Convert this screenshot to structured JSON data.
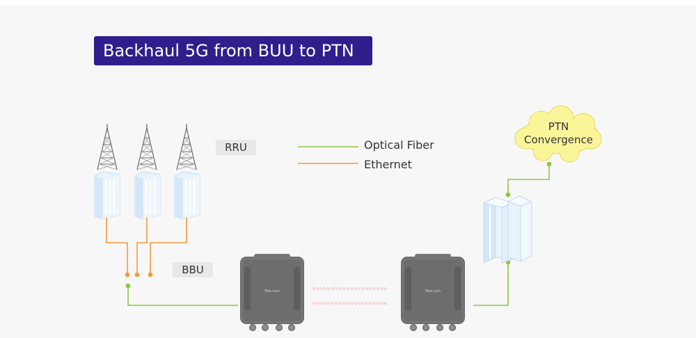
{
  "title": "Backhaul 5G from BUU to PTN",
  "labels": {
    "rru": "RRU",
    "bbu": "BBU",
    "cloud_line1": "PTN",
    "cloud_line2": "Convergence"
  },
  "legend": {
    "optical_fiber": "Optical Fiber",
    "ethernet": "Ethernet"
  },
  "devices": {
    "left_brand": "Tele·com",
    "right_brand": "Tele·com"
  },
  "colors": {
    "title_bg": "#2e1f8c",
    "fiber": "#8dc63f",
    "ethernet": "#f39a3b",
    "cloud": "#fbf59a",
    "device": "#6e6e6e",
    "link_arrows": "#e7b1b1"
  },
  "icons": [
    "tower-icon",
    "rru-icon",
    "bridge-device-icon",
    "server-rack-icon",
    "cloud-icon"
  ]
}
